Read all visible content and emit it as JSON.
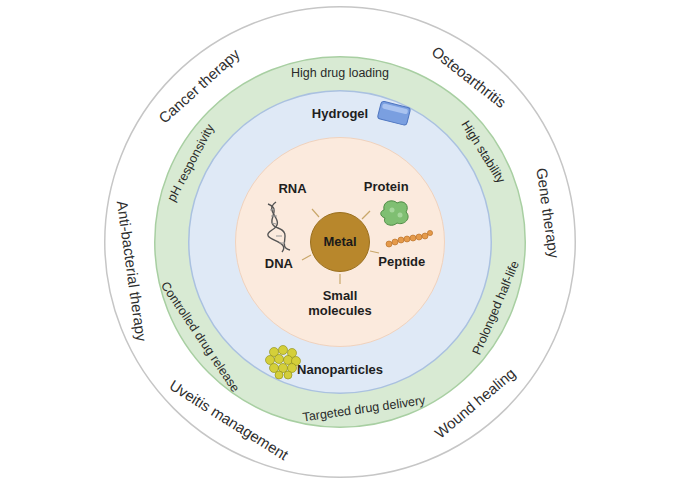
{
  "diagram": {
    "nodes": [
      {
        "text": [
          "Cancer therapy",
          "Osteoarthritis",
          "Gene therapy",
          "Wound healing",
          "Uveitis management",
          "Anti-bacterial therapy"
        ]
      },
      {
        "text": [
          "High drug loading",
          "High stability",
          "Prolonged half-life",
          "Targeted drug delivery",
          "Controlled drug release",
          "pH responsivity"
        ],
        "in": 0
      },
      {
        "text": [
          "Hydrogel",
          "Nanoparticles"
        ],
        "in": 1
      },
      {
        "text": [
          "RNA",
          "Protein",
          "DNA",
          "Peptide",
          "Small molecules"
        ],
        "in": 2
      },
      {
        "text": [
          "Metal"
        ],
        "in": 3
      }
    ]
  }
}
